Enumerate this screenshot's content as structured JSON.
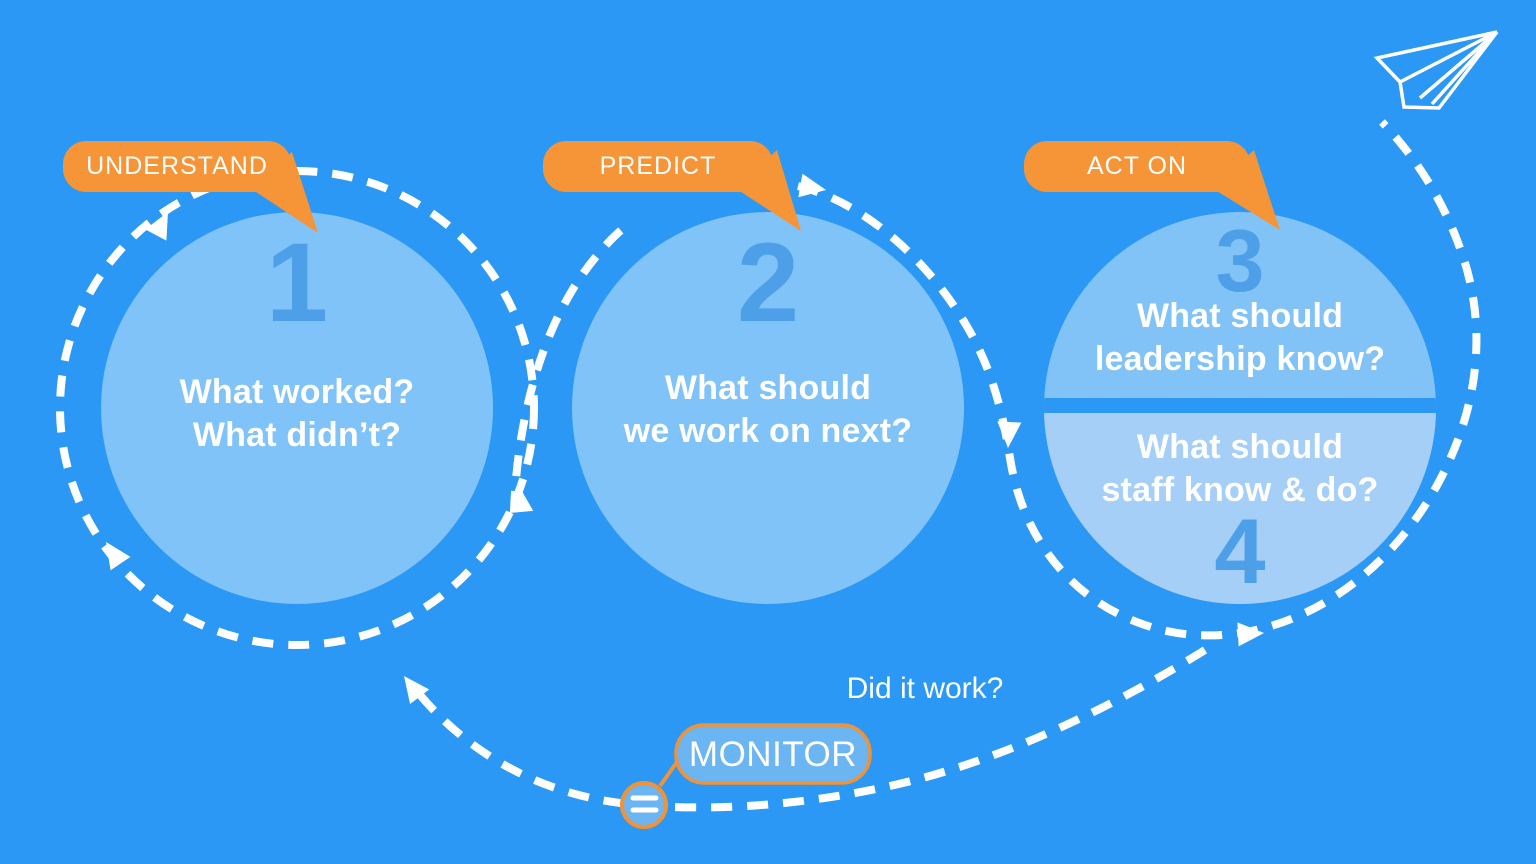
{
  "stages": [
    {
      "label": "UNDERSTAND",
      "number": "1",
      "line1": "What worked?",
      "line2": "What didn’t?"
    },
    {
      "label": "PREDICT",
      "number": "2",
      "line1": "What should",
      "line2": "we work on next?"
    },
    {
      "label": "ACT ON",
      "number_top": "3",
      "top_line1": "What should",
      "top_line2": "leadership know?",
      "number_bottom": "4",
      "bottom_line1": "What should",
      "bottom_line2": "staff know & do?"
    }
  ],
  "monitor": {
    "label": "MONITOR",
    "question": "Did it work?"
  },
  "icons": {
    "paper_plane": "paper-plane-icon",
    "equals": "equals-icon"
  },
  "colors": {
    "background": "#2A98F4",
    "circle_fill": "#80C3F8",
    "circle_bottom_fill": "#A6CFF8",
    "accent_orange": "#F69438",
    "number_blue": "#4DA0E8",
    "monitor_fill": "#6CB5F3",
    "dash_white": "#FFFFFF"
  }
}
